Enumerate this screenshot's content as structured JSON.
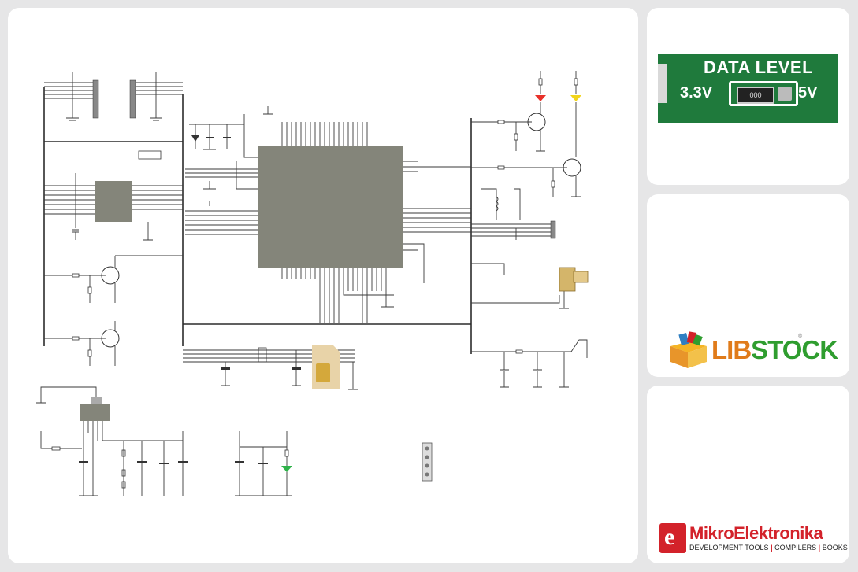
{
  "side_top": {
    "photo": {
      "title": "DATA LEVEL",
      "left_label": "3.3V",
      "right_label": "5V",
      "resistor_code": "000"
    }
  },
  "side_mid": {
    "libstock": {
      "brand": "LIBSTOCK",
      "brand_lib": "LIB",
      "brand_stock": "STOCK",
      "mark": "®"
    }
  },
  "side_bot": {
    "company": {
      "logo_letter": "e",
      "name": "MikroElektronika",
      "tagline_1": "DEVELOPMENT TOOLS",
      "tagline_2": "COMPILERS",
      "tagline_3": "BOOKS",
      "separator": "|"
    }
  },
  "colors": {
    "chip": "#84857a",
    "pcb_green": "#1f7a3c",
    "led_red": "#e8312a",
    "led_yellow": "#f2d51a",
    "led_green": "#2fb24a",
    "sim_gold": "#e4c98a",
    "brand_red": "#d3222a"
  }
}
